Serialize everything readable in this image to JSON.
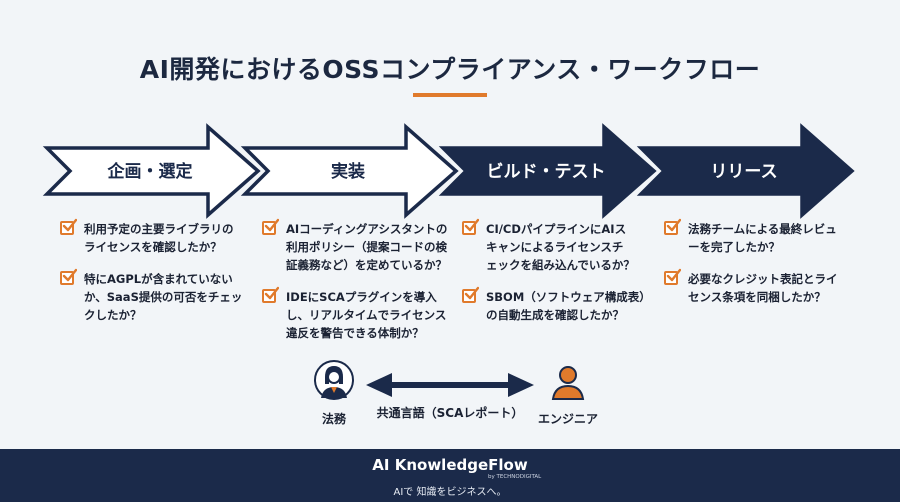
{
  "title": "AI開発におけるOSSコンプライアンス・ワークフロー",
  "stages": [
    {
      "label": "企画・選定"
    },
    {
      "label": "実装"
    },
    {
      "label": "ビルド・テスト"
    },
    {
      "label": "リリース"
    }
  ],
  "columns": [
    {
      "items": [
        {
          "lines": [
            "利用予定の主要ライブラリの",
            "ライセンスを確認したか？"
          ]
        },
        {
          "lines": [
            "特にAGPLが含まれていない",
            "か、SaaS提供の可否をチェッ",
            "クしたか？"
          ]
        }
      ]
    },
    {
      "items": [
        {
          "lines": [
            "AIコーディングアシスタントの",
            "利用ポリシー（提案コードの検",
            "証義務など）を定めているか？"
          ]
        },
        {
          "lines": [
            "IDEにSCAプラグインを導入",
            "し、リアルタイムでライセンス",
            "違反を警告できる体制か？"
          ]
        }
      ]
    },
    {
      "items": [
        {
          "lines": [
            "CI/CDパイプラインにAIス",
            "キャンによるライセンスチ",
            "ェックを組み込んでいるか？"
          ]
        },
        {
          "lines": [
            "SBOM（ソフトウェア構成表）",
            "の自動生成を確認したか？"
          ]
        }
      ]
    },
    {
      "items": [
        {
          "lines": [
            "法務チームによる最終レビュ",
            "ーを完了したか？"
          ]
        },
        {
          "lines": [
            "必要なクレジット表記とライ",
            "センス条項を同梱したか？"
          ]
        }
      ]
    }
  ],
  "roles": {
    "left": "法務",
    "right": "エンジニア",
    "connector": "共通言語（SCAレポート）"
  },
  "footer": {
    "brand": "AI KnowledgeFlow",
    "by": "by TECHNODIGITAL",
    "tagline": "AIで 知識をビジネスへ。"
  },
  "colors": {
    "navy": "#1b2a4a",
    "accent": "#e07a2c",
    "background": "#f2f5f8"
  }
}
